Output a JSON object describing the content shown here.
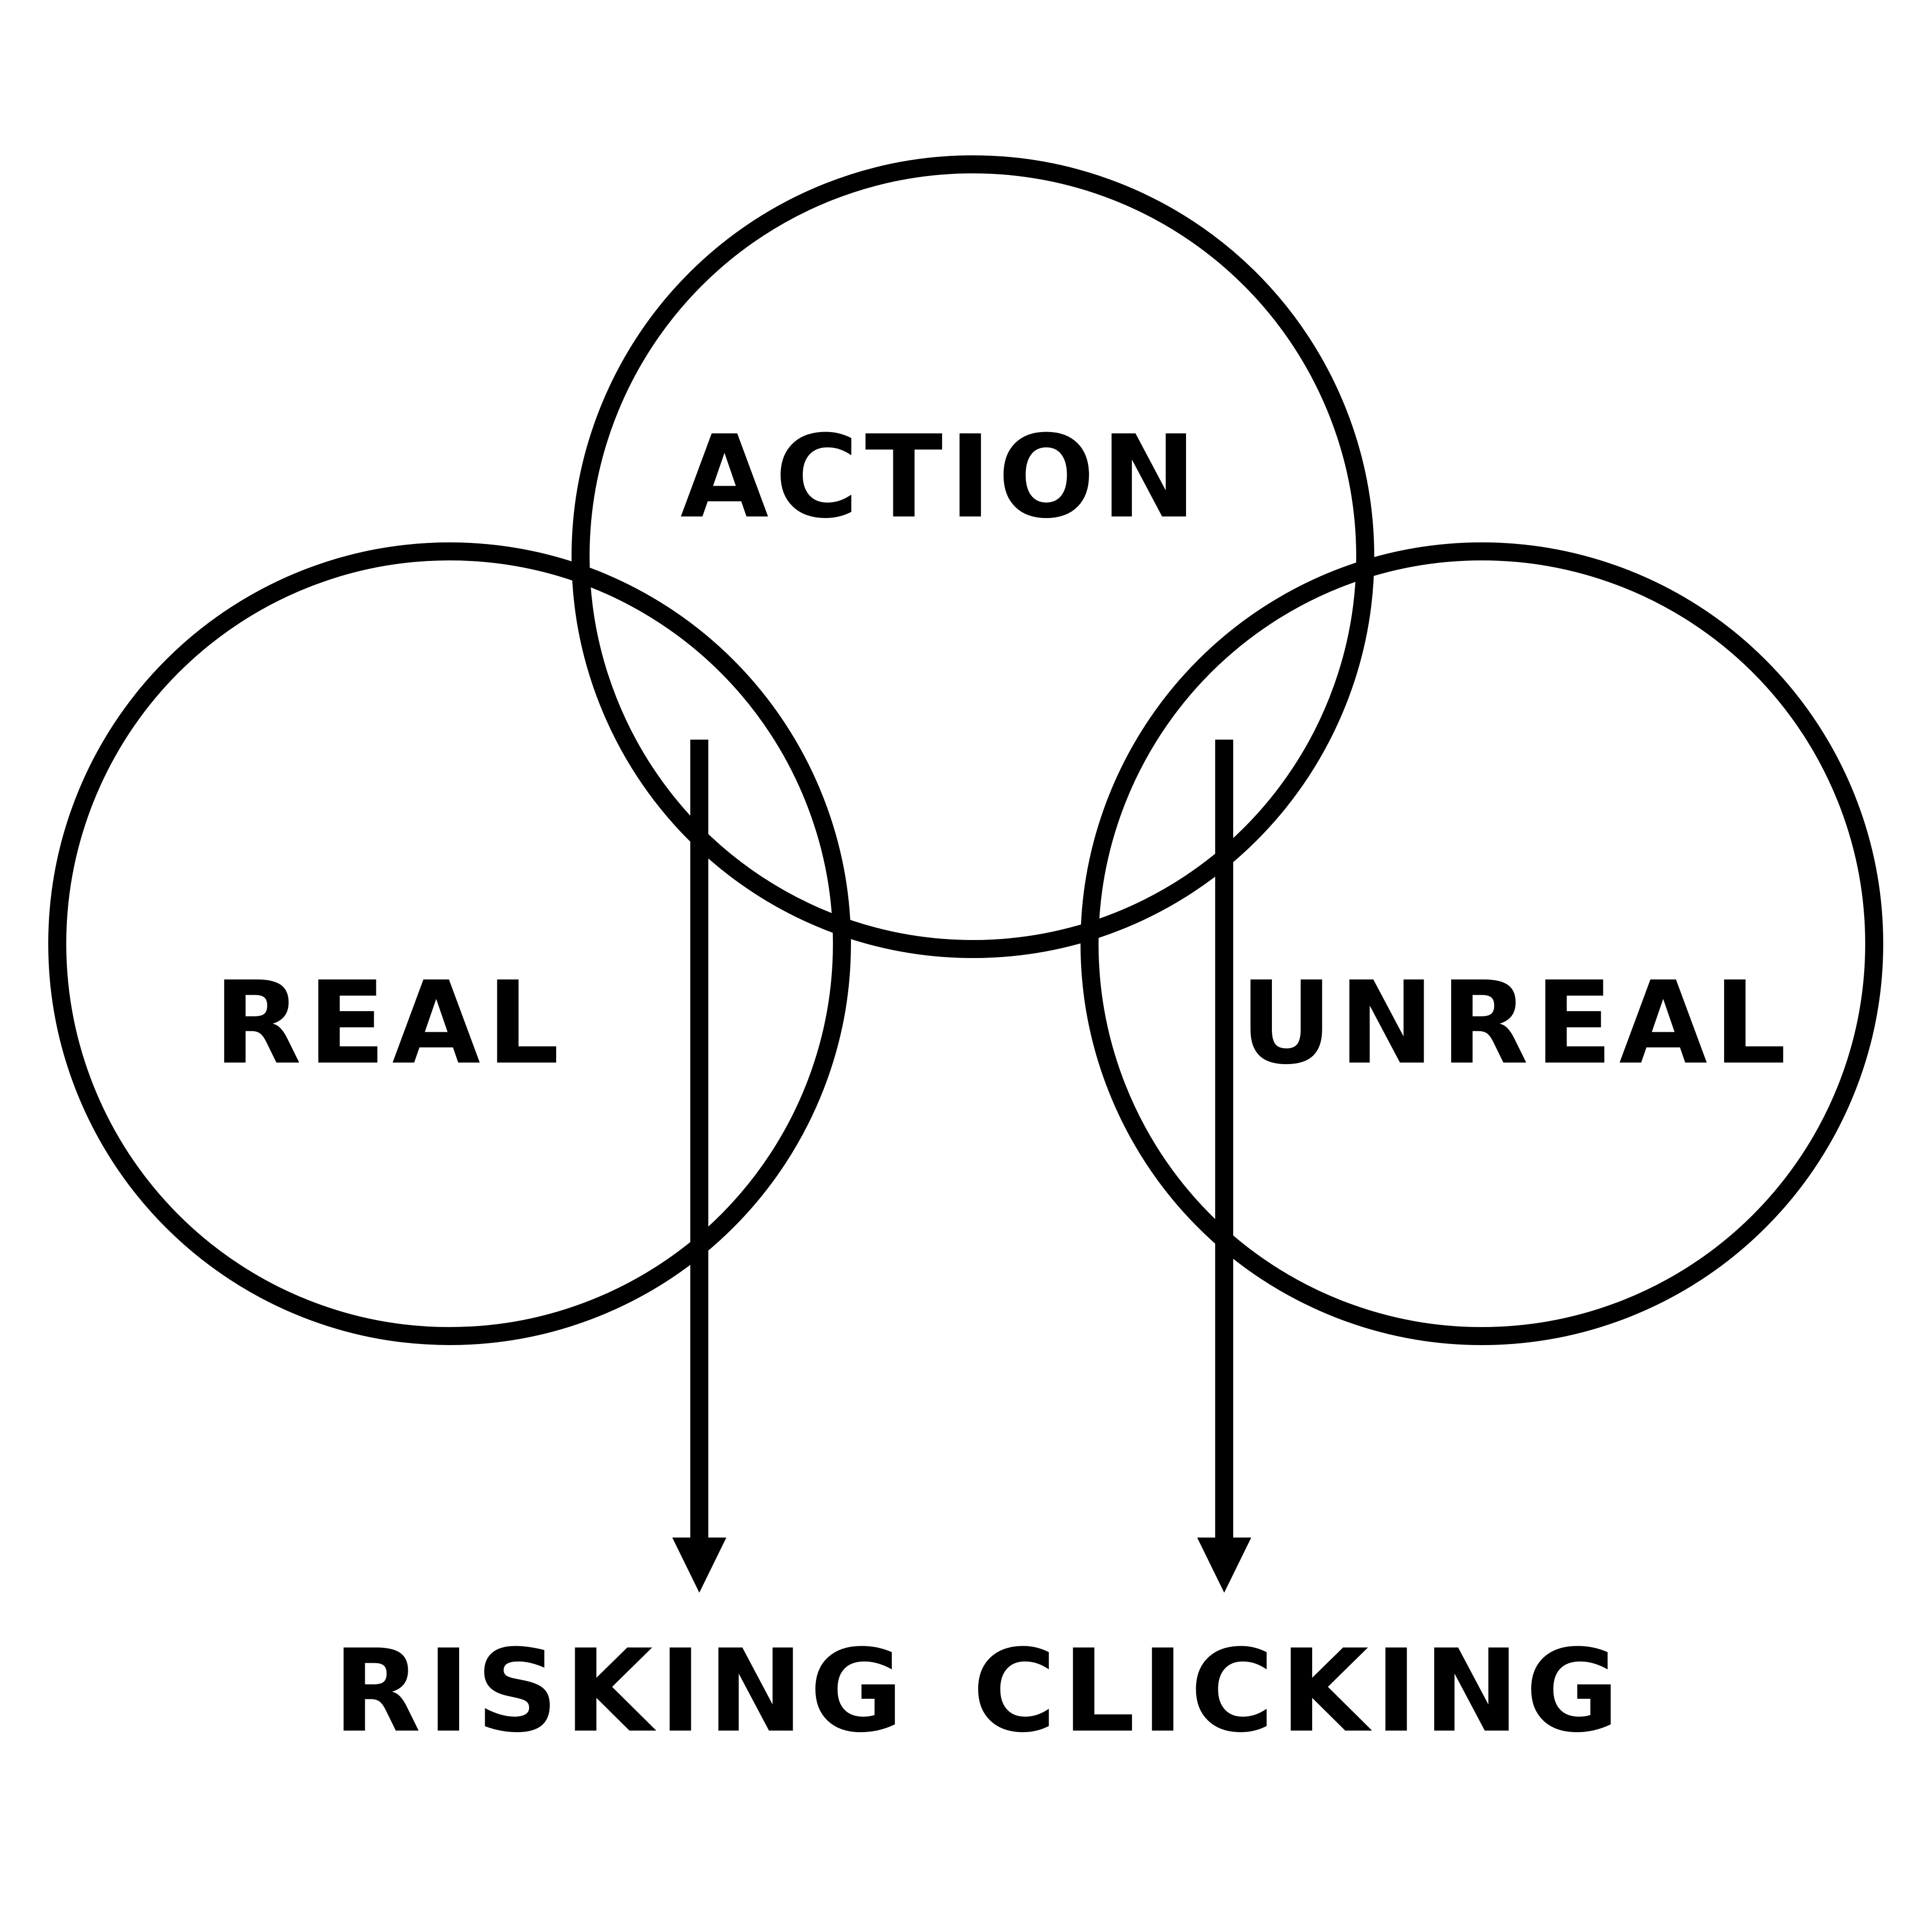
{
  "colors": {
    "ink": "#000000",
    "background": "#ffffff"
  },
  "circles": {
    "top": {
      "label": "ACTION"
    },
    "left": {
      "label": "REAL"
    },
    "right": {
      "label": "UNREAL"
    }
  },
  "arrows": {
    "left": {
      "target_label": "RISKING"
    },
    "right": {
      "target_label": "CLICKING"
    }
  }
}
